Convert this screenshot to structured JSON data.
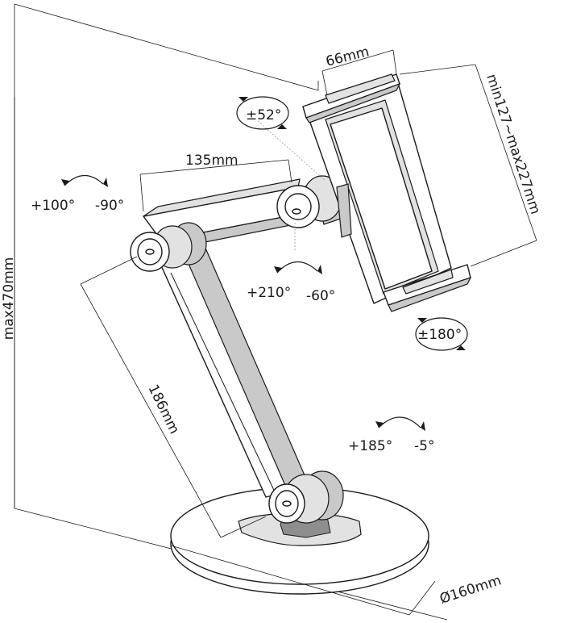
{
  "dimensions": {
    "total_height": "max470mm",
    "upper_arm": "135mm",
    "lower_arm": "186mm",
    "clamp_width": "66mm",
    "clamp_range": "min127~max227mm",
    "base_diameter": "Ø160mm"
  },
  "rotations": {
    "tilt_head": "±52°",
    "elbow_positive": "+100°",
    "elbow_negative": "-90°",
    "head_joint_positive": "+210°",
    "head_joint_negative": "-60°",
    "rotate_holder": "±180°",
    "base_positive": "+185°",
    "base_negative": "-5°"
  },
  "colors": {
    "line": "#1a1a1a",
    "shade": "#c9c9c9",
    "mid": "#e2e2e2",
    "dark": "#8e8e8e"
  }
}
